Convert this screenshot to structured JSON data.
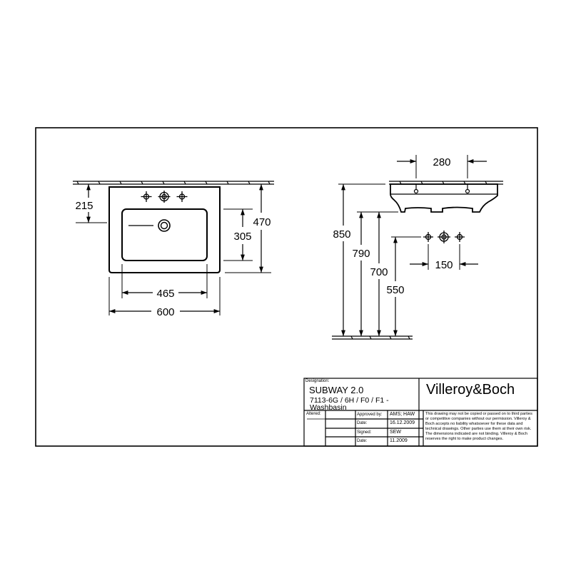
{
  "front_view": {
    "dim_215": "215",
    "dim_470": "470",
    "dim_305": "305",
    "dim_465": "465",
    "dim_600": "600"
  },
  "side_view": {
    "dim_280": "280",
    "dim_850": "850",
    "dim_790": "790",
    "dim_700": "700",
    "dim_550": "550",
    "dim_150": "150"
  },
  "title_block": {
    "designation_label": "Designation:",
    "product_name": "SUBWAY 2.0",
    "product_code": "7113-6G / 6H / F0 / F1 -",
    "product_type": "Washbasin",
    "brand": "Villeroy&Boch",
    "altered_label": "Altered:",
    "approved_label": "Approved by:",
    "approved_value": "AMS; HAW",
    "date_label_1": "Date:",
    "date_value_1": "16.12.2009",
    "signed_label": "Signed:",
    "signed_value": "SEW",
    "date_label_2": "Date:",
    "date_value_2": "11.2009",
    "disclaimer": "This drawing may not be copied or passed on to third parties or competitive companies without our permission. Villeroy & Boch accepts no liability whatsoever for these data and technical drawings. Other parties use them at their own risk. The dimensions indicated are not binding. Villeroy & Boch reserves the right to make product changes."
  }
}
